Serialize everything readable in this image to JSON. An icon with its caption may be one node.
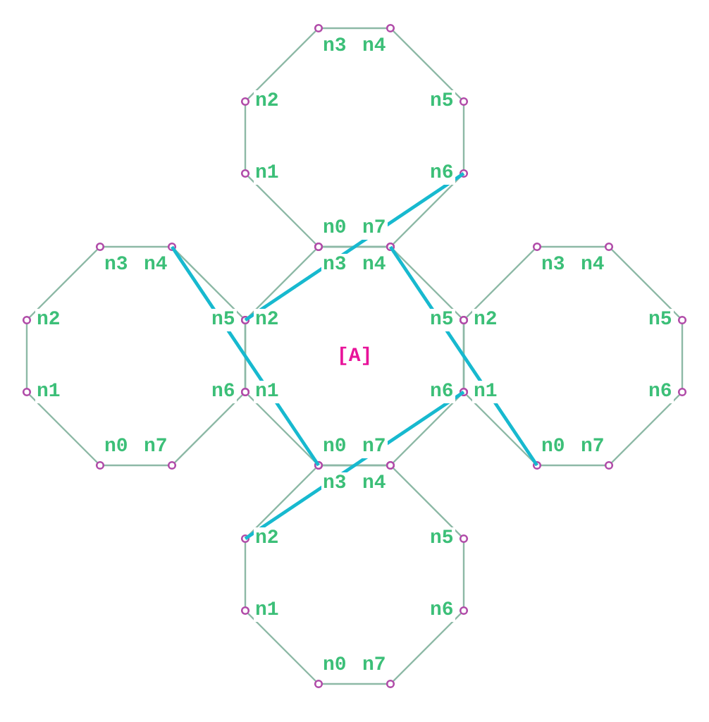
{
  "diagram": {
    "nodes": [
      {
        "text": [
          "n3",
          "n4",
          "n2",
          "n5",
          "n1",
          "n6",
          "n0",
          "n7"
        ]
      },
      {
        "text": [
          "n3",
          "n4",
          "n2",
          "n5",
          "n1",
          "n6",
          "n0",
          "n7"
        ]
      },
      {
        "text": [
          "n3",
          "n4",
          "n2",
          "[A]",
          "n5",
          "n1",
          "n6",
          "n0",
          "n7"
        ]
      },
      {
        "text": [
          "n3",
          "n4",
          "n2",
          "n5",
          "n1",
          "n6",
          "n0",
          "n7"
        ]
      },
      {
        "text": [
          "n3",
          "n4",
          "n2",
          "n5",
          "n1",
          "n6",
          "n0",
          "n7"
        ]
      }
    ],
    "edges": [
      {
        "from": 0,
        "to": 2,
        "arrow": "none"
      },
      {
        "from": 1,
        "to": 2,
        "arrow": "none"
      },
      {
        "from": 2,
        "to": 3,
        "arrow": "none"
      },
      {
        "from": 2,
        "to": 4,
        "arrow": "none"
      }
    ]
  }
}
